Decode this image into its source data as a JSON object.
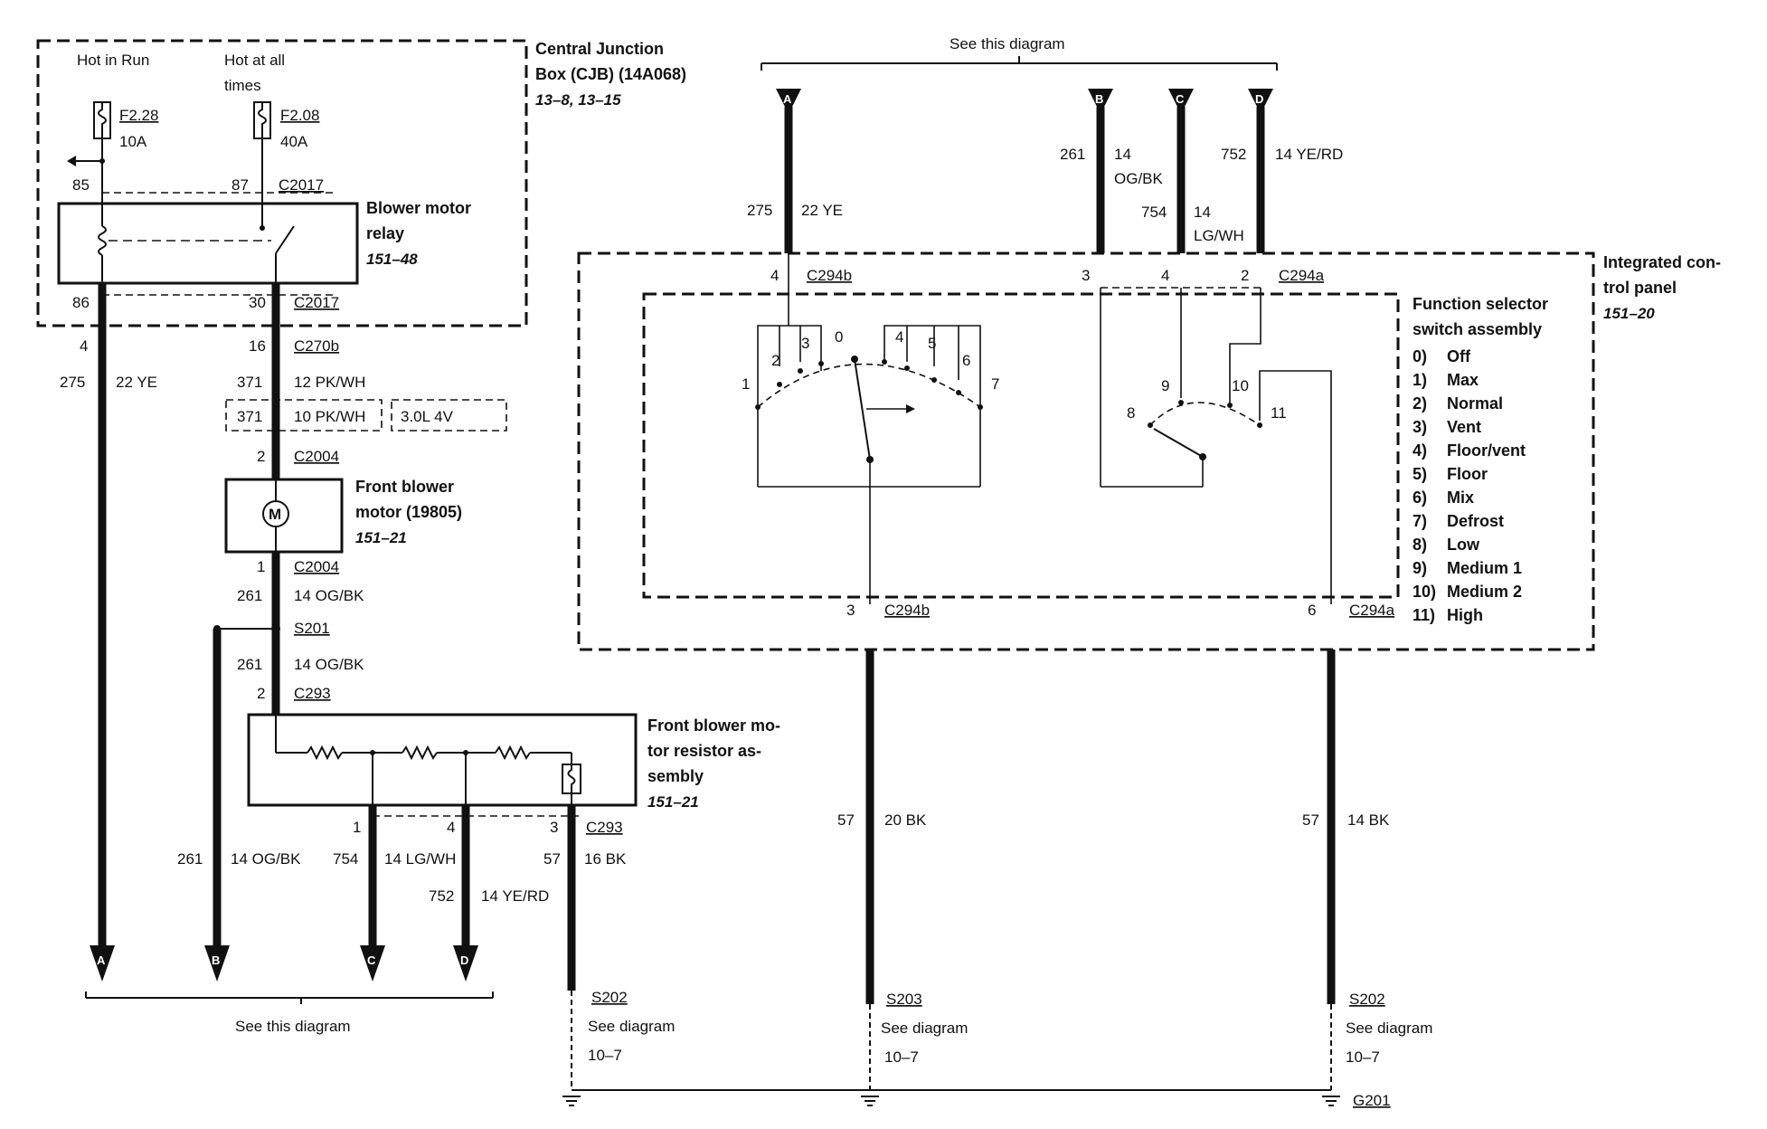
{
  "cjb": {
    "title_line1": "Central Junction",
    "title_line2": "Box (CJB) (14A068)",
    "ref": "13–8, 13–15",
    "hot_in_run": "Hot in Run",
    "hot_at_all_line1": "Hot at all",
    "hot_at_all_line2": "times",
    "fuse1_id": "F2.28",
    "fuse1_rating": "10A",
    "fuse2_id": "F2.08",
    "fuse2_rating": "40A",
    "pin85": "85",
    "pin87": "87",
    "pin86": "86",
    "pin30": "30",
    "conn_c2017_top": "C2017",
    "conn_c2017_bot": "C2017"
  },
  "relay": {
    "title_line1": "Blower motor",
    "title_line2": "relay",
    "ref": "151–48"
  },
  "left_wires": {
    "pin4": "4",
    "circuit275": "275",
    "wire275": "22 YE",
    "pin16": "16",
    "conn_c270b": "C270b",
    "circuit371a": "371",
    "wire371a": "12 PK/WH",
    "circuit371b": "371",
    "wire371b": "10 PK/WH",
    "engine": "3.0L 4V",
    "pin2_c2004": "2",
    "conn_c2004_top": "C2004",
    "pin1_c2004": "1",
    "conn_c2004_bot": "C2004",
    "circuit261a": "261",
    "wire261a": "14 OG/BK",
    "splice_s201": "S201",
    "circuit261b": "261",
    "wire261b": "14 OG/BK",
    "pin2_c293": "2",
    "conn_c293_top": "C293"
  },
  "motor": {
    "symbol": "M",
    "title_line1": "Front blower",
    "title_line2": "motor (19805)",
    "ref": "151–21"
  },
  "resistor": {
    "title_line1": "Front blower mo-",
    "title_line2": "tor resistor as-",
    "title_line3": "sembly",
    "ref": "151–21",
    "pin1": "1",
    "pin4": "4",
    "pin3": "3",
    "conn_c293": "C293"
  },
  "bottom_wires": {
    "circuit261": "261",
    "wire261": "14 OG/BK",
    "circuit754": "754",
    "wire754": "14 LG/WH",
    "circuit752": "752",
    "wire752": "14 YE/RD",
    "circuit57": "57",
    "wire57": "16 BK",
    "circuit57b": "57",
    "wire57b": "20 BK",
    "circuit57c": "57",
    "wire57c": "14 BK"
  },
  "terminators": {
    "a": "A",
    "b": "B",
    "c": "C",
    "d": "D"
  },
  "see_this_diagram_bottom": "See this diagram",
  "see_this_diagram_top": "See this diagram",
  "top_wires": {
    "circuit275": "275",
    "wire275": "22 YE",
    "circuit261": "261",
    "wire261_l1": "14",
    "wire261_l2": "OG/BK",
    "circuit754": "754",
    "wire754_l1": "14",
    "wire754_l2": "LG/WH",
    "circuit752": "752",
    "wire752": "14 YE/RD"
  },
  "panel": {
    "title_line1": "Integrated con-",
    "title_line2": "trol panel",
    "ref": "151–20",
    "pin4": "4",
    "conn_c294b_top": "C294b",
    "pin3": "3",
    "pin4b": "4",
    "pin2": "2",
    "conn_c294a_top": "C294a",
    "pin3_bot": "3",
    "conn_c294b_bot": "C294b",
    "pin6_bot": "6",
    "conn_c294a_bot": "C294a"
  },
  "selector": {
    "title_line1": "Function selector",
    "title_line2": "switch assembly",
    "modes": [
      {
        "num": "0)",
        "name": "Off"
      },
      {
        "num": "1)",
        "name": "Max"
      },
      {
        "num": "2)",
        "name": "Normal"
      },
      {
        "num": "3)",
        "name": "Vent"
      },
      {
        "num": "4)",
        "name": "Floor/vent"
      },
      {
        "num": "5)",
        "name": "Floor"
      },
      {
        "num": "6)",
        "name": "Mix"
      },
      {
        "num": "7)",
        "name": "Defrost"
      },
      {
        "num": "8)",
        "name": "Low"
      },
      {
        "num": "9)",
        "name": "Medium 1"
      },
      {
        "num": "10)",
        "name": "Medium 2"
      },
      {
        "num": "11)",
        "name": "High"
      }
    ],
    "positions": [
      "0",
      "1",
      "2",
      "3",
      "4",
      "5",
      "6",
      "7",
      "8",
      "9",
      "10",
      "11"
    ]
  },
  "grounds": {
    "s202a": "S202",
    "see_a": "See diagram",
    "ref_a": "10–7",
    "s203": "S203",
    "see_b": "See diagram",
    "ref_b": "10–7",
    "s202b": "S202",
    "see_c": "See diagram",
    "ref_c": "10–7",
    "g201": "G201"
  }
}
